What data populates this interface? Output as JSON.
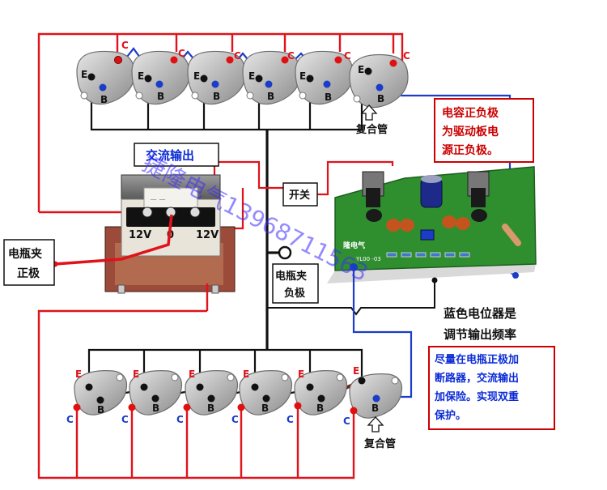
{
  "labels": {
    "terminal_c": "C",
    "terminal_e": "E",
    "terminal_b": "B",
    "composite_tube_top": "复合管",
    "composite_tube_bottom": "复合管",
    "ac_output": "交流输出",
    "switch": "开关",
    "tap_12v_left": "12V",
    "tap_0": "0",
    "tap_12v_right": "12V",
    "battery_positive_line1": "电瓶夹",
    "battery_positive_line2": "正极",
    "battery_negative_line1": "电瓶夹",
    "battery_negative_line2": "负极",
    "capacitor_note_line1": "电容正负极",
    "capacitor_note_line2": "为驱动板电",
    "capacitor_note_line3": "源正负极。",
    "pot_note_line1": "蓝色电位器是",
    "pot_note_line2": "调节输出频率",
    "safety_note_line1": "尽量在电瓶正极加",
    "safety_note_line2": "断路器，交流输出",
    "safety_note_line3": "加保险。实现双重",
    "safety_note_line4": "保护。",
    "board_silk_brand": "隆电气",
    "board_silk_model": "YL00 -03",
    "watermark": "捷隆电气13968711563"
  },
  "colors": {
    "wire_red": "#e0121a",
    "wire_black": "#111111",
    "wire_blue": "#1b3cc8",
    "wire_brown": "#6b1f12",
    "pcb_green": "#2f8f2f",
    "note_red": "#cc0000",
    "note_blue": "#0b2bd6",
    "watermark": "#3a2cff"
  }
}
